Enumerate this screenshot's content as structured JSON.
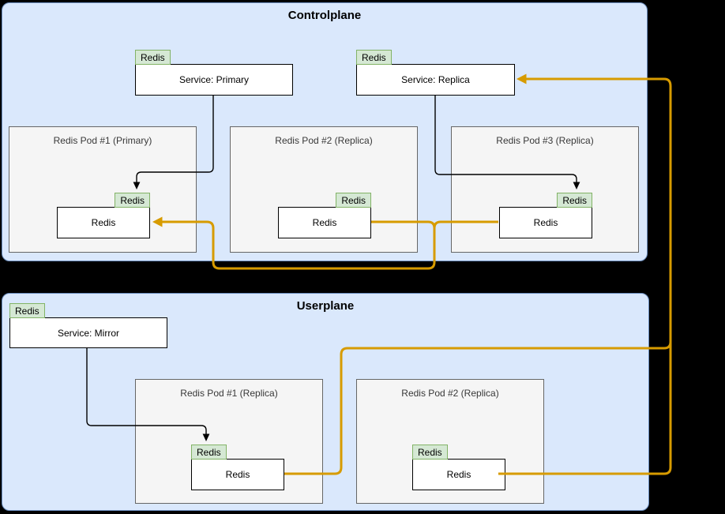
{
  "colors": {
    "container_fill": "#DAE8FC",
    "container_stroke": "#6C8EBF",
    "pod_fill": "#F5F5F5",
    "pod_stroke": "#666666",
    "node_fill": "#FFFFFF",
    "node_stroke": "#000000",
    "tag_fill": "#D5E8D4",
    "tag_stroke": "#82B366",
    "replication_flow": "#D79B00",
    "service_link": "#000000"
  },
  "controlplane": {
    "title": "Controlplane",
    "services": [
      {
        "tag": "Redis",
        "label": "Service: Primary"
      },
      {
        "tag": "Redis",
        "label": "Service: Replica"
      }
    ],
    "pods": [
      {
        "label": "Redis Pod #1 (Primary)",
        "redis_tag": "Redis",
        "redis_label": "Redis"
      },
      {
        "label": "Redis Pod #2 (Replica)",
        "redis_tag": "Redis",
        "redis_label": "Redis"
      },
      {
        "label": "Redis Pod #3 (Replica)",
        "redis_tag": "Redis",
        "redis_label": "Redis"
      }
    ]
  },
  "userplane": {
    "title": "Userplane",
    "services": [
      {
        "tag": "Redis",
        "label": "Service: Mirror"
      }
    ],
    "pods": [
      {
        "label": "Redis Pod #1 (Replica)",
        "redis_tag": "Redis",
        "redis_label": "Redis"
      },
      {
        "label": "Redis Pod #2 (Replica)",
        "redis_tag": "Redis",
        "redis_label": "Redis"
      }
    ]
  }
}
